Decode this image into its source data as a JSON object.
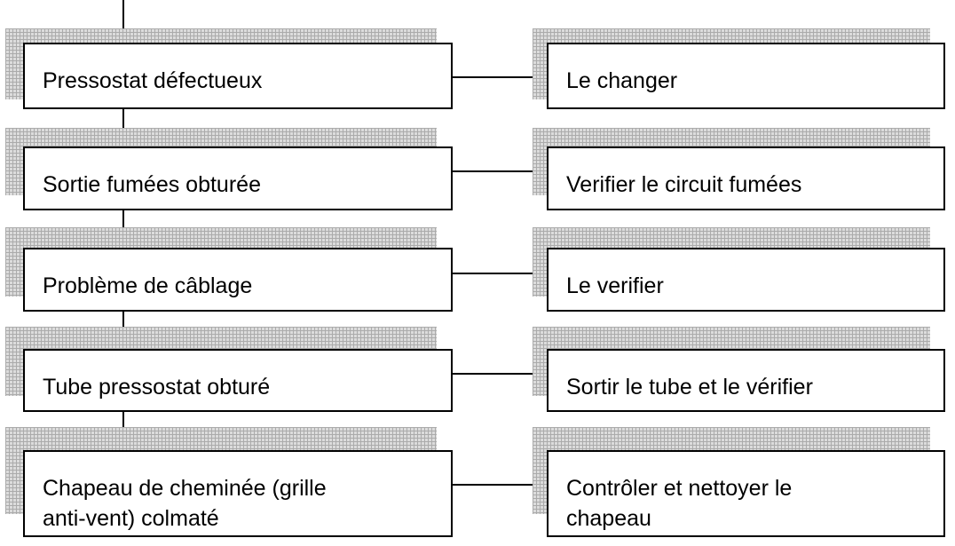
{
  "causes": [
    {
      "label": "Pressostat défectueux"
    },
    {
      "label": "Sortie fumées obturée"
    },
    {
      "label": "Problème de câblage"
    },
    {
      "label": "Tube pressostat obturé"
    },
    {
      "label": "Chapeau de cheminée (grille\nanti-vent) colmaté"
    }
  ],
  "actions": [
    {
      "label": "Le changer"
    },
    {
      "label": "Verifier le circuit fumées"
    },
    {
      "label": "Le verifier"
    },
    {
      "label": "Sortir le tube et le vérifier"
    },
    {
      "label": "Contrôler et nettoyer le\nchapeau"
    }
  ],
  "colors": {
    "line": "#000000",
    "box_fill": "#ffffff",
    "shadow_fill": "#dcdcdc",
    "shadow_grid": "#ababab"
  }
}
